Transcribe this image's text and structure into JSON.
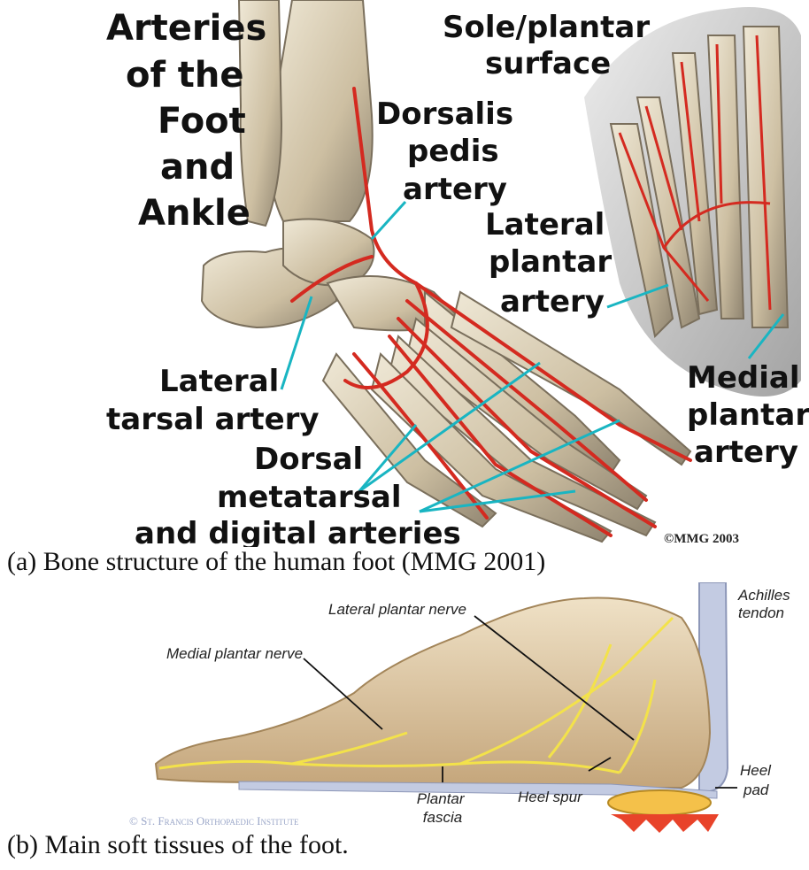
{
  "panel_a": {
    "title_lines": [
      "Arteries",
      "of the",
      "Foot",
      "and",
      "Ankle"
    ],
    "sole_title_lines": [
      "Sole/plantar",
      "surface"
    ],
    "dorsalis_lines": [
      "Dorsalis",
      "pedis",
      "artery"
    ],
    "lateral_plantar_lines": [
      "Lateral",
      "plantar",
      "artery"
    ],
    "lateral_tarsal_lines": [
      "Lateral",
      "tarsal artery"
    ],
    "medial_plantar_lines": [
      "Medial",
      "plantar",
      "artery"
    ],
    "dorsal_metatarsal_lines": [
      "Dorsal",
      "metatarsal",
      "and digital arteries"
    ],
    "copyright": "©MMG 2003",
    "caption": "(a)  Bone structure of the human foot (MMG 2001)"
  },
  "panel_b": {
    "achilles_lines": [
      "Achilles",
      "tendon"
    ],
    "lateral_plantar_nerve": "Lateral plantar nerve",
    "medial_plantar_nerve": "Medial plantar nerve",
    "heel_lines": [
      "Heel",
      "pad"
    ],
    "plantar_fascia_lines": [
      "Plantar",
      "fascia"
    ],
    "heel_spur": "Heel spur",
    "institute": "© St. Francis Orthopaedic Institute",
    "caption": "(b)  Main soft tissues of the foot."
  },
  "colors": {
    "bone": "#d9cfb8",
    "artery": "#d42a20",
    "pointer": "#19b5c2",
    "nerve": "#f3e24a",
    "heel_pain": "#e8432a"
  }
}
